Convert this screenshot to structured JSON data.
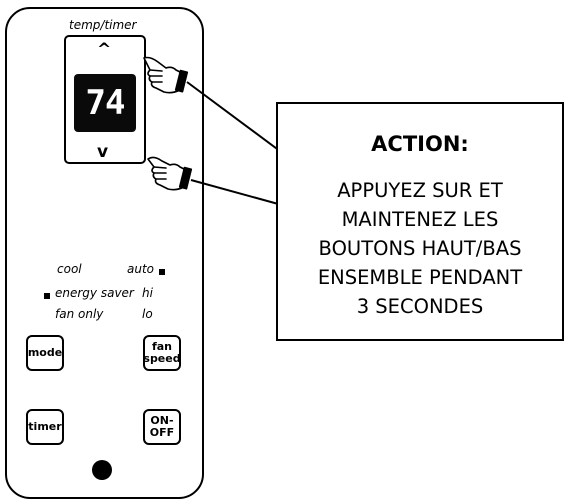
{
  "remote": {
    "display_label": "temp/timer",
    "up_arrow": "^",
    "down_arrow": "v",
    "display_value": "74",
    "modes": {
      "cool": "cool",
      "energy_saver": "energy saver",
      "fan_only": "fan only"
    },
    "fan_levels": {
      "auto": "auto",
      "hi": "hi",
      "lo": "lo"
    },
    "buttons": {
      "mode": "mode",
      "fan_speed": "fan\nspeed",
      "timer": "timer",
      "on_off": "ON-\nOFF"
    }
  },
  "callout": {
    "title": "ACTION:",
    "lines": [
      "APPUYEZ SUR ET",
      "MAINTENEZ LES",
      "BOUTONS HAUT/BAS",
      "ENSEMBLE PENDANT",
      "3 SECONDES"
    ]
  },
  "icons": [
    "pointing-hand-icon",
    "pointing-hand-icon"
  ]
}
